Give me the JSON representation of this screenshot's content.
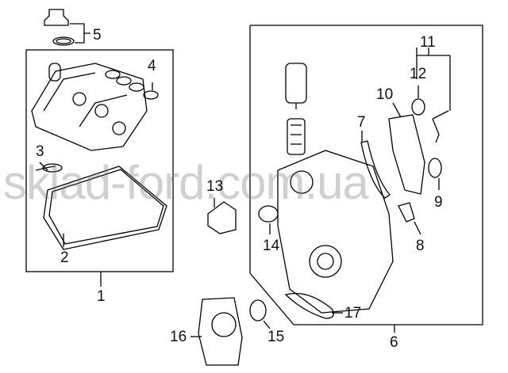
{
  "diagram": {
    "watermark": "sklad-ford.com.ua",
    "callouts": {
      "c1": "1",
      "c2": "2",
      "c3": "3",
      "c4": "4",
      "c5": "5",
      "c6": "6",
      "c7": "7",
      "c8": "8",
      "c9": "9",
      "c10": "10",
      "c11": "11",
      "c12": "12",
      "c13": "13",
      "c14": "14",
      "c15": "15",
      "c16": "16",
      "c17": "17"
    }
  }
}
